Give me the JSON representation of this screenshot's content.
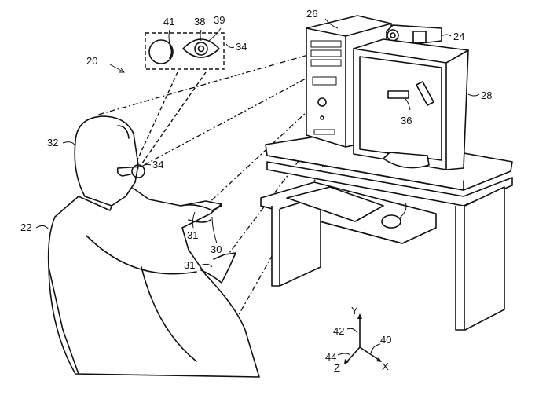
{
  "figure": {
    "reference_numerals": {
      "system": "20",
      "person": "22",
      "camera": "24",
      "computer": "26",
      "display": "28",
      "gesture_point": "30",
      "hand_upper": "31",
      "hand_lower": "31",
      "head": "32",
      "eye_region_inset": "34",
      "eye_region_person": "34",
      "display_objects": "36",
      "iris": "38",
      "pupil": "39",
      "eyeball_side": "41",
      "coordinate_system": "40",
      "y_axis_ref": "42",
      "z_axis_ref": "44"
    },
    "axes": {
      "y": "Y",
      "x": "X",
      "z": "Z"
    }
  }
}
